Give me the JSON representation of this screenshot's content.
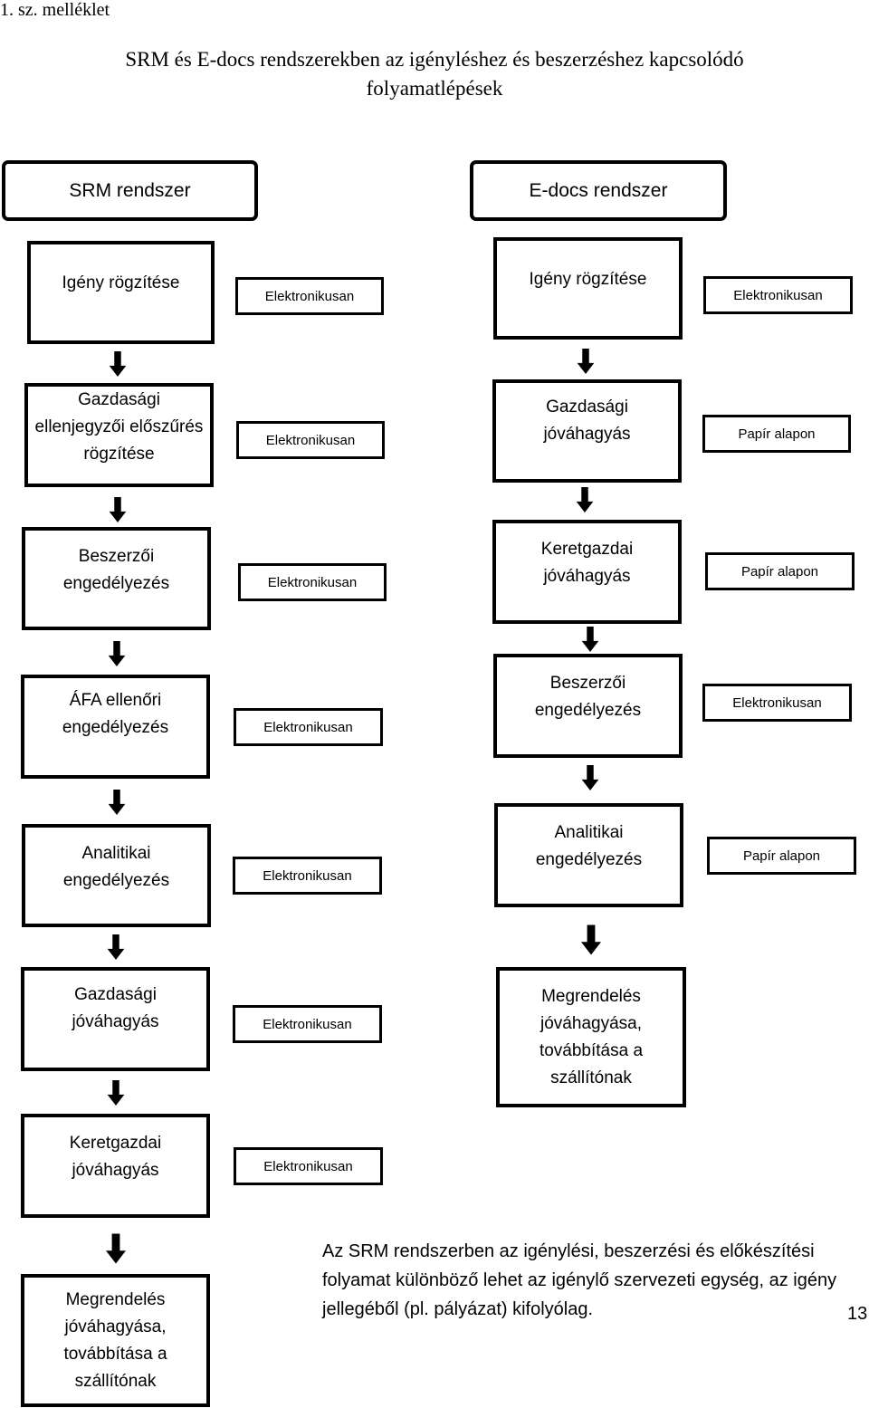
{
  "header": {
    "attachment_label": "1.   sz. melléklet",
    "title_line1": "SRM és E-docs rendszerekben az igényléshez és beszerzéshez kapcsolódó",
    "title_line2": "folyamatlépések"
  },
  "columns": {
    "left_title": "SRM rendszer",
    "right_title": "E-docs rendszer"
  },
  "srm_steps": [
    {
      "label": "Igény rögzítése",
      "mode": "Elektronikusan"
    },
    {
      "label": "Gazdasági ellenjegyzői előszűrés rögzítése",
      "mode": "Elektronikusan"
    },
    {
      "label": "Beszerzői engedélyezés",
      "mode": "Elektronikusan"
    },
    {
      "label": "ÁFA ellenőri engedélyezés",
      "mode": "Elektronikusan"
    },
    {
      "label": "Analitikai engedélyezés",
      "mode": "Elektronikusan"
    },
    {
      "label": "Gazdasági jóváhagyás",
      "mode": "Elektronikusan"
    },
    {
      "label": "Keretgazdai jóváhagyás",
      "mode": "Elektronikusan"
    },
    {
      "label": "Megrendelés jóváhagyása, továbbítása a szállítónak",
      "mode": ""
    }
  ],
  "edocs_steps": [
    {
      "label": "Igény rögzítése",
      "mode": "Elektronikusan"
    },
    {
      "label": "Gazdasági jóváhagyás",
      "mode": "Papír alapon"
    },
    {
      "label": "Keretgazdai jóváhagyás",
      "mode": "Papír alapon"
    },
    {
      "label": "Beszerzői engedélyezés",
      "mode": "Elektronikusan"
    },
    {
      "label": "Analitikai engedélyezés",
      "mode": "Papír alapon"
    },
    {
      "label": "Megrendelés jóváhagyása, továbbítása a szállítónak",
      "mode": ""
    }
  ],
  "note": "Az SRM rendszerben az igénylési, beszerzési és előkészítési folyamat különböző lehet az igénylő szervezeti egység, az igény jellegéből (pl. pályázat) kifolyólag.",
  "page_number": "13",
  "colors": {
    "stroke": "#000000",
    "background": "#ffffff"
  }
}
